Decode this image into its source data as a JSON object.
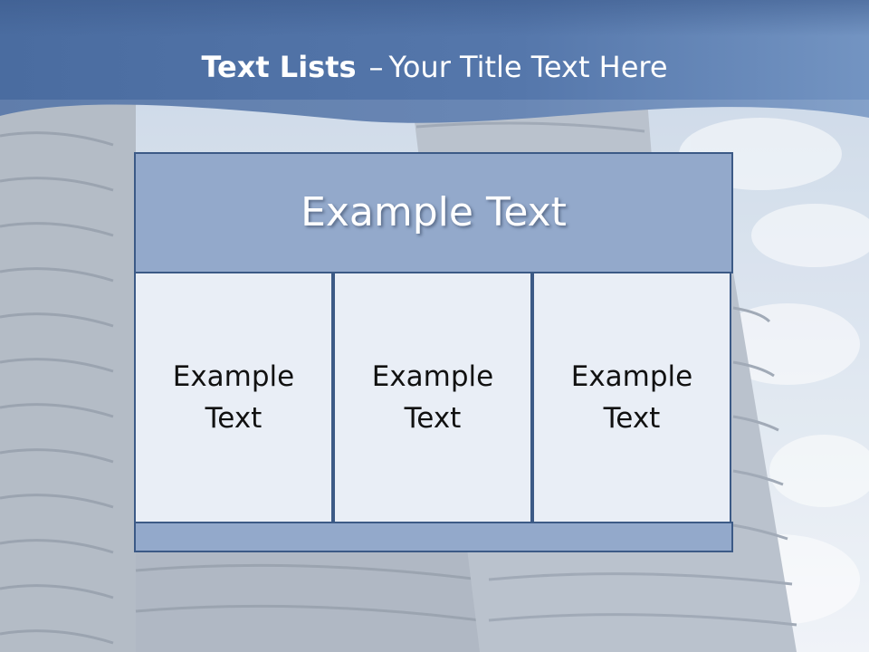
{
  "slide": {
    "title_bold": "Text Lists",
    "title_separator": "–",
    "title_rest": "Your Title Text Here",
    "header_text": "Example Text",
    "cells": [
      {
        "text": "Example\nText"
      },
      {
        "text": "Example\nText"
      },
      {
        "text": "Example\nText"
      }
    ]
  },
  "colors": {
    "banner": "#4f72a5",
    "header_fill": "#93a9cb",
    "cell_fill": "#e9eef6",
    "border": "#3c5a86"
  }
}
